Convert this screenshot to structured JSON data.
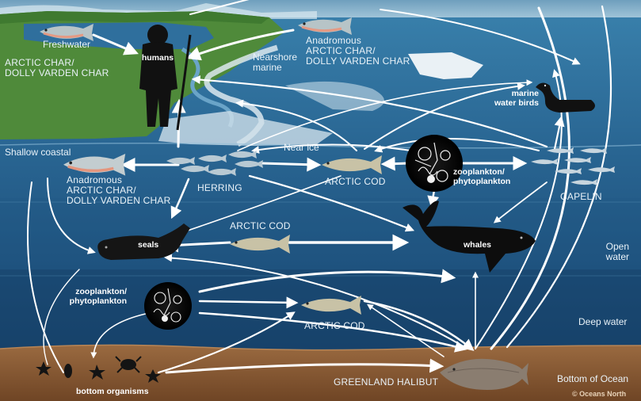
{
  "habitats": {
    "freshwater": "Freshwater",
    "nearshore": "Nearshore\nmarine",
    "shallow_coastal": "Shallow coastal",
    "near_ice": "Near ice",
    "open_water": "Open\nwater",
    "deep_water": "Deep water",
    "bottom_of_ocean": "Bottom of Ocean"
  },
  "species": {
    "arctic_char_freshwater": "ARCTIC CHAR/\nDOLLY VARDEN CHAR",
    "anadromous_nearshore": "Anadromous\nARCTIC CHAR/\nDOLLY VARDEN CHAR",
    "anadromous_coastal": "Anadromous\nARCTIC CHAR/\nDOLLY VARDEN CHAR",
    "humans": "humans",
    "marine_water_birds": "marine\nwater birds",
    "herring": "HERRING",
    "arctic_cod_ice": "ARCTIC COD",
    "zooplankton_upper": "zooplankton/\nphytoplankton",
    "capelin": "CAPELIN",
    "seals": "seals",
    "arctic_cod_mid": "ARCTIC COD",
    "whales": "whales",
    "zooplankton_lower": "zooplankton/\nphytoplankton",
    "arctic_cod_deep": "ARCTIC COD",
    "bottom_organisms": "bottom organisms",
    "greenland_halibut": "GREENLAND HALIBUT"
  },
  "credit": "© Oceans North",
  "colors": {
    "land": "#4f8a3a",
    "ocean_top": "#2d6e9a",
    "ocean_deep": "#173f66",
    "seabed": "#8a5a35",
    "arrow": "#ffffff"
  },
  "icons": [
    "human-silhouette-icon",
    "fish-icon",
    "bird-icon",
    "seal-icon",
    "whale-icon",
    "plankton-icon",
    "crab-icon",
    "starfish-icon",
    "halibut-icon"
  ]
}
